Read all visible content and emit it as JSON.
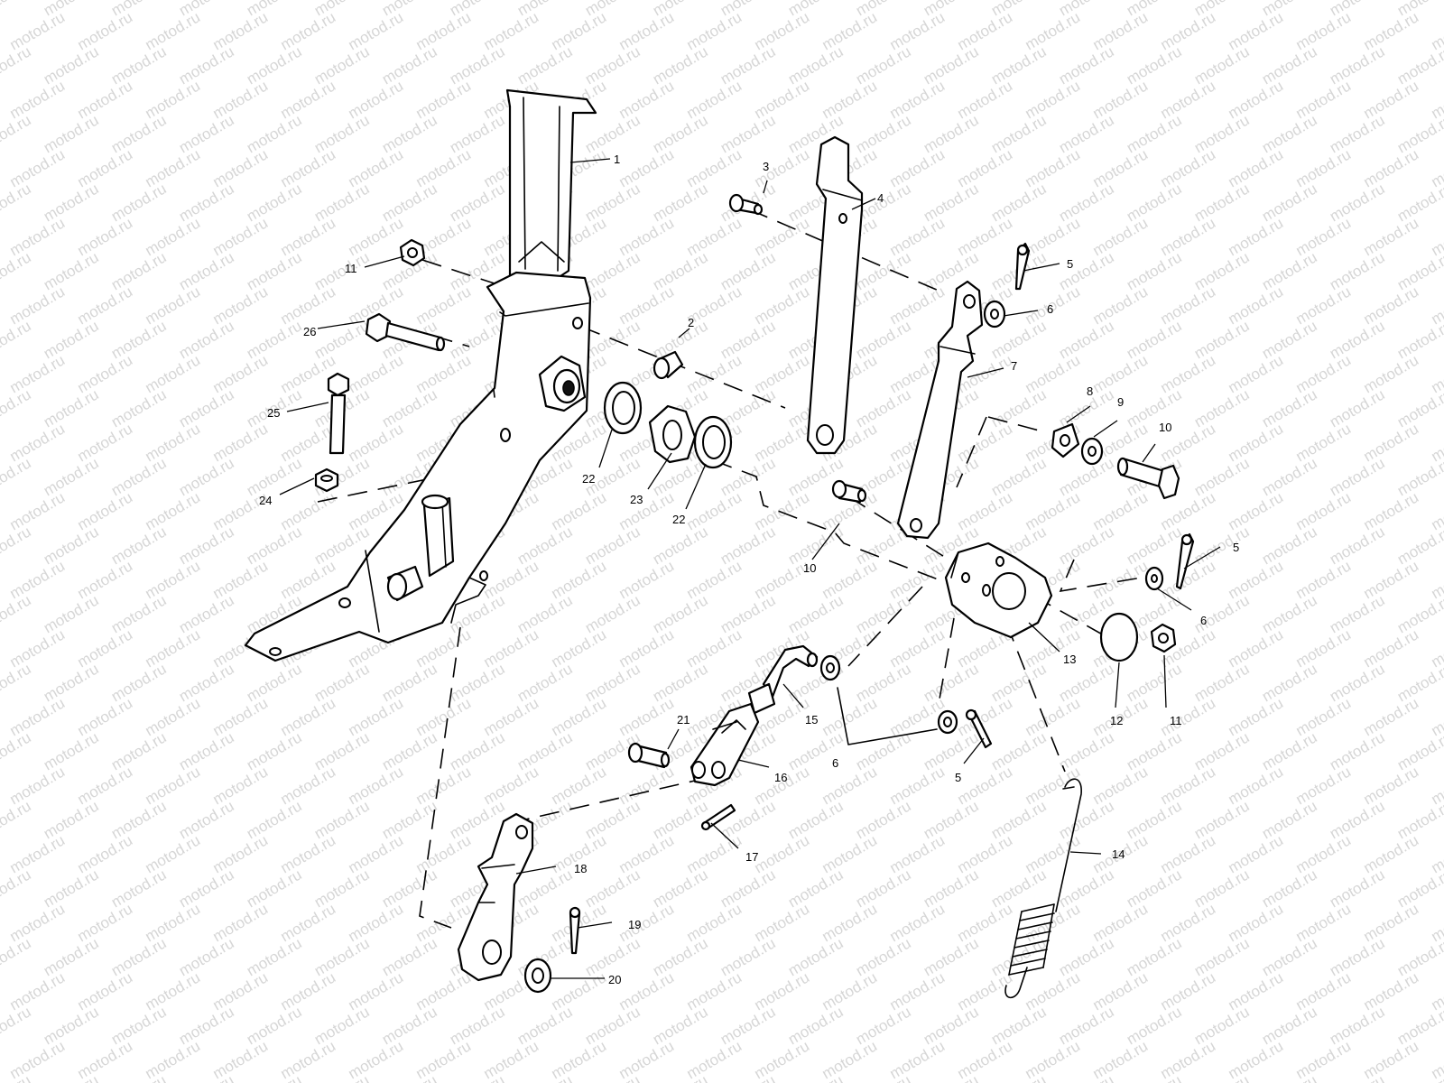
{
  "watermark": {
    "text": "motod.ru"
  },
  "callouts": [
    {
      "id": "1",
      "label": "1"
    },
    {
      "id": "2",
      "label": "2"
    },
    {
      "id": "3",
      "label": "3"
    },
    {
      "id": "4",
      "label": "4"
    },
    {
      "id": "5a",
      "label": "5"
    },
    {
      "id": "5b",
      "label": "5"
    },
    {
      "id": "5c",
      "label": "5"
    },
    {
      "id": "6a",
      "label": "6"
    },
    {
      "id": "6b",
      "label": "6"
    },
    {
      "id": "6c",
      "label": "6"
    },
    {
      "id": "7",
      "label": "7"
    },
    {
      "id": "8",
      "label": "8"
    },
    {
      "id": "9",
      "label": "9"
    },
    {
      "id": "10a",
      "label": "10"
    },
    {
      "id": "10b",
      "label": "10"
    },
    {
      "id": "11a",
      "label": "11"
    },
    {
      "id": "11b",
      "label": "11"
    },
    {
      "id": "12",
      "label": "12"
    },
    {
      "id": "13",
      "label": "13"
    },
    {
      "id": "14",
      "label": "14"
    },
    {
      "id": "15",
      "label": "15"
    },
    {
      "id": "16",
      "label": "16"
    },
    {
      "id": "17",
      "label": "17"
    },
    {
      "id": "18",
      "label": "18"
    },
    {
      "id": "19",
      "label": "19"
    },
    {
      "id": "20",
      "label": "20"
    },
    {
      "id": "21",
      "label": "21"
    },
    {
      "id": "22a",
      "label": "22"
    },
    {
      "id": "22b",
      "label": "22"
    },
    {
      "id": "23",
      "label": "23"
    },
    {
      "id": "24",
      "label": "24"
    },
    {
      "id": "25",
      "label": "25"
    },
    {
      "id": "26",
      "label": "26"
    }
  ]
}
